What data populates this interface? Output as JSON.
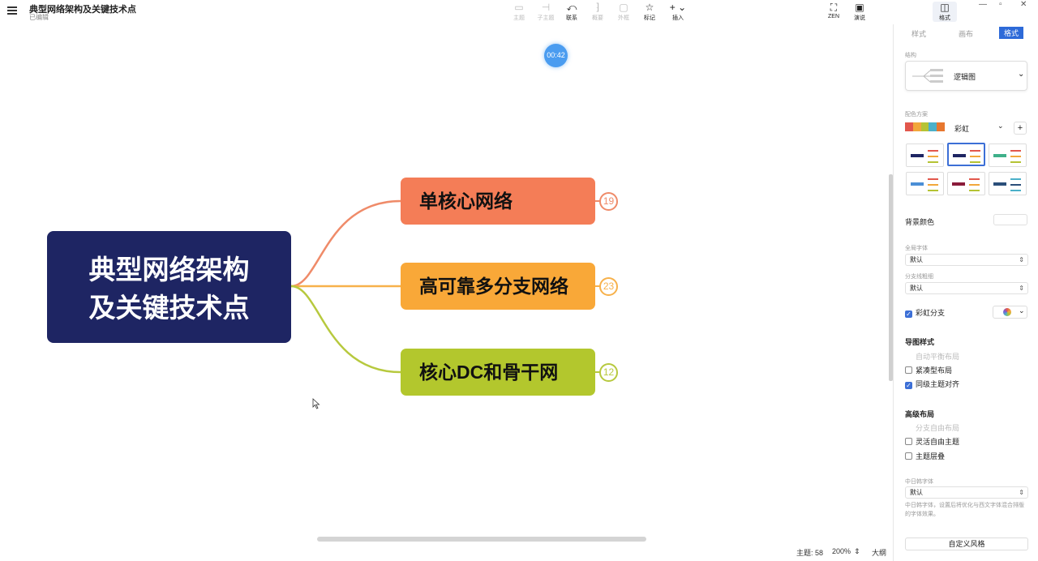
{
  "app": {
    "doc_title": "典型网络架构及关键技术点",
    "doc_status": "已编辑"
  },
  "toolbar": {
    "tools": [
      {
        "label": "主题",
        "icon": "topic-icon",
        "enabled": false
      },
      {
        "label": "子主题",
        "icon": "subtopic-icon",
        "enabled": false
      },
      {
        "label": "联系",
        "icon": "relationship-icon",
        "enabled": true
      },
      {
        "label": "概要",
        "icon": "summary-icon",
        "enabled": false
      },
      {
        "label": "外框",
        "icon": "boundary-icon",
        "enabled": false
      },
      {
        "label": "标记",
        "icon": "star-icon",
        "enabled": true
      },
      {
        "label": "插入",
        "icon": "plus-icon",
        "enabled": true
      }
    ],
    "right_tools": [
      {
        "label": "ZEN",
        "icon": "fullscreen-icon"
      },
      {
        "label": "演说",
        "icon": "present-icon"
      },
      {
        "label": "格式",
        "icon": "format-panel-icon"
      }
    ]
  },
  "timer": "00:42",
  "mindmap": {
    "root": {
      "line1": "典型网络架构",
      "line2": "及关键技术点",
      "color": "#1e2563"
    },
    "branches": [
      {
        "label": "单核心网络",
        "count": "19",
        "color": "#f47d57",
        "line": "#ef8b69"
      },
      {
        "label": "高可靠多分支网络",
        "count": "23",
        "color": "#f9a838",
        "line": "#f7b14b"
      },
      {
        "label": "核心DC和骨干网",
        "count": "12",
        "color": "#b3c72d",
        "line": "#b7c93e"
      }
    ]
  },
  "statusbar": {
    "topics": "主题: 58",
    "zoom": "200%",
    "outline": "大纲"
  },
  "panel": {
    "tabs": [
      "样式",
      "画布",
      "格式"
    ],
    "layout_label": "结构",
    "layout_value": "逻辑图",
    "scheme_label": "配色方案",
    "scheme_value": "彩虹",
    "bg_label": "背景颜色",
    "font_label": "全局字体",
    "font_value": "默认",
    "branch_label": "分支线粗细",
    "branch_value": "默认",
    "rainbow_label": "彩虹分支",
    "map_style_title": "导图样式",
    "map_style_opts": [
      {
        "label": "自动平衡布局",
        "checked": false,
        "disabled": true
      },
      {
        "label": "紧凑型布局",
        "checked": false,
        "disabled": false
      },
      {
        "label": "同级主题对齐",
        "checked": true,
        "disabled": false
      }
    ],
    "advanced_title": "高级布局",
    "advanced_opts": [
      {
        "label": "分支自由布局",
        "checked": false,
        "disabled": true
      },
      {
        "label": "灵活自由主题",
        "checked": false,
        "disabled": false
      },
      {
        "label": "主题层叠",
        "checked": false,
        "disabled": false
      }
    ],
    "cjk_label": "中日韩字体",
    "cjk_value": "默认",
    "cjk_note": "中日韩字体，设置后将优化与西文字体混合排版的字体效果。",
    "custom_button": "自定义风格"
  }
}
